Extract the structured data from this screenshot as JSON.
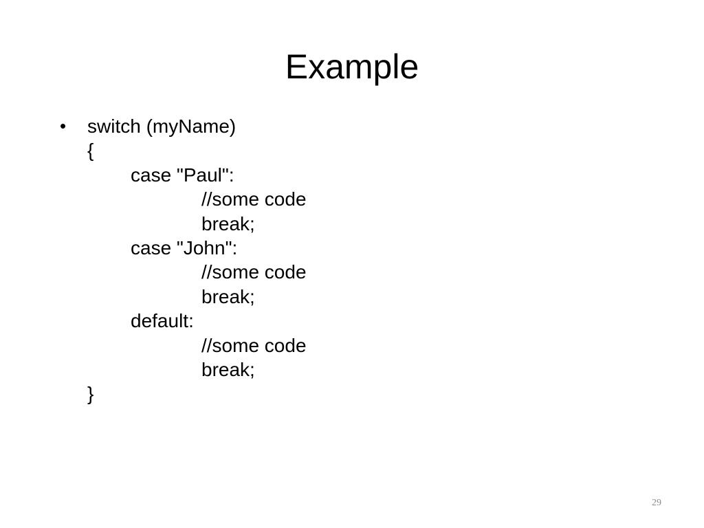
{
  "slide": {
    "title": "Example",
    "bullet_symbol": "•",
    "code_lines": [
      {
        "text": "switch (myName)",
        "indent": 0
      },
      {
        "text": "{",
        "indent": 0
      },
      {
        "text": "case \"Paul\":",
        "indent": 1
      },
      {
        "text": "//some code",
        "indent": 2
      },
      {
        "text": "break;",
        "indent": 2
      },
      {
        "text": "case \"John\":",
        "indent": 1
      },
      {
        "text": "//some code",
        "indent": 2
      },
      {
        "text": "break;",
        "indent": 2
      },
      {
        "text": "default:",
        "indent": 1
      },
      {
        "text": "//some code",
        "indent": 2
      },
      {
        "text": "break;",
        "indent": 2
      },
      {
        "text": "}",
        "indent": 0
      }
    ],
    "page_number": "29"
  }
}
